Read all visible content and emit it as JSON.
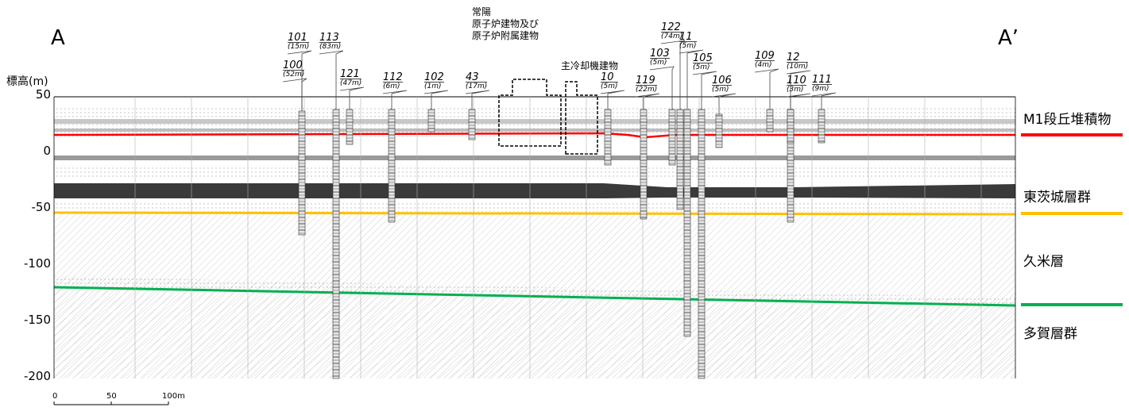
{
  "section": {
    "start": "A",
    "end": "A’"
  },
  "y_axis": {
    "label": "標高(m)",
    "ticks": [
      "50",
      "0",
      "-50",
      "-100",
      "-150",
      "-200"
    ]
  },
  "buildings": [
    {
      "id": "reactor",
      "lines": [
        "常陽",
        "原子炉建物及び",
        "原子炉附属建物"
      ]
    },
    {
      "id": "cooling",
      "lines": [
        "主冷却機建物"
      ]
    }
  ],
  "boreholes": [
    {
      "no": "101",
      "depth": "(15m)"
    },
    {
      "no": "100",
      "depth": "(52m)"
    },
    {
      "no": "113",
      "depth": "(83m)"
    },
    {
      "no": "121",
      "depth": "(47m)"
    },
    {
      "no": "112",
      "depth": "(6m)"
    },
    {
      "no": "102",
      "depth": "(1m)"
    },
    {
      "no": "43",
      "depth": "(17m)"
    },
    {
      "no": "10",
      "depth": "(5m)"
    },
    {
      "no": "119",
      "depth": "(22m)"
    },
    {
      "no": "122",
      "depth": "(74m)"
    },
    {
      "no": "103",
      "depth": "(5m)"
    },
    {
      "no": "11",
      "depth": "(5m)"
    },
    {
      "no": "105",
      "depth": "(5m)"
    },
    {
      "no": "106",
      "depth": "(5m)"
    },
    {
      "no": "109",
      "depth": "(4m)"
    },
    {
      "no": "12",
      "depth": "(10m)"
    },
    {
      "no": "110",
      "depth": "(3m)"
    },
    {
      "no": "111",
      "depth": "(9m)"
    }
  ],
  "layers": [
    {
      "name": "M1段丘堆積物",
      "color": "#ff0000"
    },
    {
      "name": "東茨城層群",
      "color": "#ffc000"
    },
    {
      "name": "久米層",
      "color": ""
    },
    {
      "name": "多賀層群",
      "color": "#00b050"
    }
  ],
  "scale_bar": {
    "ticks": [
      "0",
      "50",
      "100m"
    ]
  }
}
